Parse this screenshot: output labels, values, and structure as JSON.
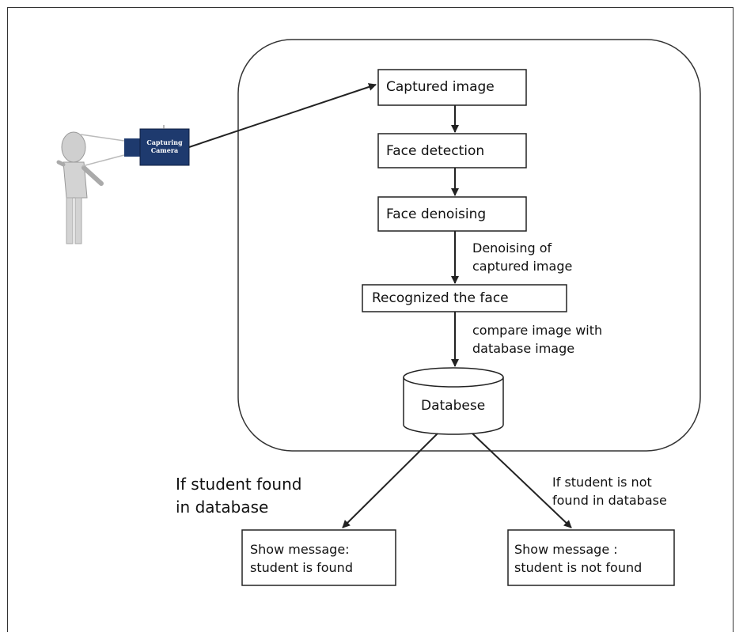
{
  "camera": {
    "label": "Capturing\nCamera"
  },
  "steps": {
    "captured": "Captured image",
    "detection": "Face detection",
    "denoising": "Face denoising",
    "recognized": "Recognized the face",
    "database": "Databese"
  },
  "annotations": {
    "denoise_note": "Denoising of\ncaptured image",
    "compare_note": "compare image with\ndatabase image",
    "found_branch": "If student found\nin database",
    "not_found_branch": "If student is not\nfound in database"
  },
  "results": {
    "found": "Show message:\nstudent is found",
    "not_found": "Show message :\nstudent is not found"
  }
}
